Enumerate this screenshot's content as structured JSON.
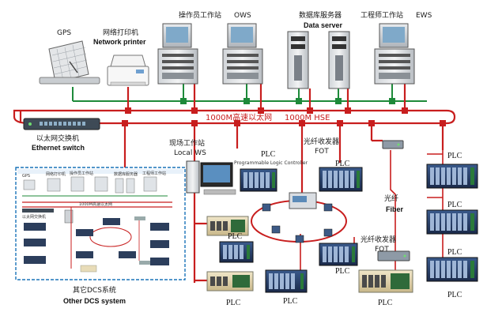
{
  "nodes": {
    "gps": "GPS",
    "printer_cn": "网络打印机",
    "printer_en": "Network printer",
    "ows_cn": "操作员工作站",
    "ows_en": "OWS",
    "db_cn": "数据库服务器",
    "db_en": "Data server",
    "ews_cn": "工程师工作站",
    "ews_en": "EWS",
    "switch_cn": "以太网交换机",
    "switch_en": "Ethernet switch",
    "local_ws_cn": "现场工作站",
    "local_ws_en": "Local WS",
    "plc_top": "PLC",
    "plc_top_sub": "Programmable Logic Controller",
    "fot_top_cn": "光纤收发器",
    "fot_top_en": "FOT",
    "fiber_cn": "光纤",
    "fiber_en": "Fiber",
    "fot_bot_cn": "光纤收发器",
    "fot_bot_en": "FOT",
    "other_dcs_cn": "其它DCS系统",
    "other_dcs_en": "Other DCS system",
    "plc": "PLC"
  },
  "network": {
    "backbone_cn": "1000M高速以太网",
    "backbone_en": "1000M HSE"
  },
  "colors": {
    "backbone": "#c81e1e",
    "control_net": "#1e8a3a",
    "dcs_panel": "#1a73b8",
    "fiber": "#c81e1e"
  }
}
